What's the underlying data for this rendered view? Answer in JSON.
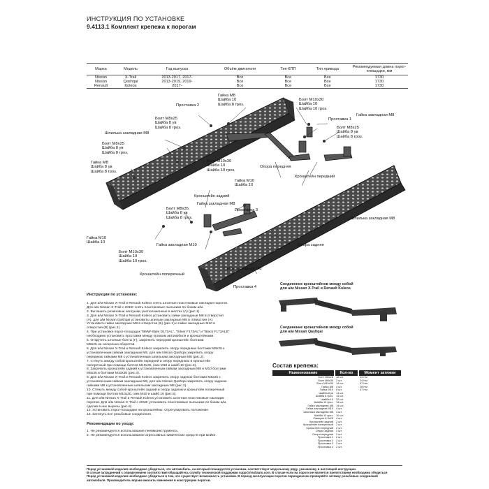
{
  "header": {
    "title": "ИНСТРУКЦИЯ ПО УСТАНОВКЕ",
    "subtitle": "9.4113.1 Комплект крепежа к порогам"
  },
  "spec_table": {
    "columns": [
      "Марка",
      "Модель",
      "Год выпуска",
      "Объём двигателя",
      "Тип КПП",
      "Тип привода",
      "Рекомендуемая длина порог-площадки, мм"
    ],
    "marks": [
      "Nissan",
      "Nissan",
      "Renault"
    ],
    "models": [
      "X-Trail",
      "Qashqai",
      "Koleos"
    ],
    "years": [
      "2013-2017, 2017-",
      "2013-2019, 2019-",
      "2017-"
    ],
    "engine": [
      "Все",
      "Все",
      "Все"
    ],
    "gearbox": [
      "Все",
      "Все",
      "Все"
    ],
    "drive": [
      "Все",
      "Все",
      "Все"
    ],
    "length": [
      "1730",
      "1730",
      "1730"
    ]
  },
  "diagram_labels": {
    "bolt_m10x30_top": "Болт М10х30\nШайба 10\nШайба 10 гроз.",
    "nut_m8_top": "Гайка М8\nШайба 10\nШайба 8 гроз.",
    "proставка2": "Проставка 2",
    "bolt_m8x25_left_top": "Болт М8х25\nШайба 8 ув\nШайба 8 гроз.",
    "stud_nut_top": "Шпилька закладная М8",
    "bolt_m8x25_left": "Болт М8х25\nШайба 8 ув\nШайба 8 гроз.",
    "nut_m8_left": "Гайка М8\nШайба 8 ув\nШайба 8 гроз.",
    "nut_m8_embed_right": "Гайка закладная М8",
    "proставка1": "Проставка 1",
    "bolt_m8x25_right": "Болт М8х25\nШайба 8 ув\nШайба 8 гроз.",
    "bolt_m10x30_mid": "Болт М10х30\nШайба 10\nШайба 10 гроз.",
    "opora_front": "Опора передняя",
    "bracket_front": "Кронштейн передний",
    "nut_m10_mid": "Гайка М10\nШайба 10",
    "bracket_rear": "Кронштейн задний",
    "nut_m8_embed_mid": "Гайка закладная М8",
    "bolt_m8x35": "Болт М8х35\nШайба 8 ув\nШайба 8 гроз.",
    "proставка3": "Проставка 3",
    "stud_right": "Шпилька закладная М8",
    "nut_m10_left": "Гайка М10\nШайба 10",
    "bolt_m10x30_low": "Болт М10х30\nШайба 10\nШайба 10 гроз.",
    "nut_embed_m10": "Гайка закладная М10",
    "opora_rear": "Опора задняя",
    "bracket_cross": "Кронштейн поперечный",
    "nut_m8_embed_low": "Гайка закладная М8",
    "proставка4": "Проставка 4"
  },
  "instructions": {
    "title": "Инструкция по установке:",
    "steps": [
      "1. Для а/м Nissan X-Trail и Renault Koleos снять штатные пластиковые накладки порогов.",
      "   Для а/м Nissan X-Trail с 2018г снять пластиковые пыльники по бокам а/м.",
      "2. Выташить резиновые заглушки, расположенные в местах (А) (рис.1).",
      "3. Для а/м Nissan X-Trail и Renault Koleos установить гайки закладные М8 в отверстия",
      "   (А), для а/м Nissan Qashqai установить шпильки закладные М8 в отверстия (А).",
      "   Установить гайки закладные М8 в отверстия (Б) (рис.1) и гайки закладные М10 в",
      "   отверстия (В) (рис.1).",
      "4. При установке порог-площадок \"BMW-Style D173AL\", \"Silver F173AL\" и \"Black F173ALB\"",
      "   необходимо установить проставки между кузовом автомобиля и кронштейнами.",
      "5. Открутить штатные болты (Г), закрепить передний кронштейн болтами",
      "   М8х25 на несколько оборотов.",
      "6. Для а/м Nissan X-Trail и Renault Koleos закрепить опору переднюю болтами М8х25 к",
      "   установленным гайкам закладным М8, для а/м Nissan Qashqai закрепить опору",
      "   переднюю гайками М8 к установленным шпилькам закладным М8 (рис.2).",
      "7. Стянуть между собой кронштейн передний и опору переднюю и кронштейн",
      "   поперечный при помощи болтов М10х30, гаек М10 и шайб 10 (рис.3).",
      "8. Закрепить кронштейн задний к установленным гайкам закладным М8 и М10 болтами",
      "   М8х35 и болтами М10х30 (рис.4).",
      "9. Для а/м Nissan X-Trail и Renault Koleos закрепить опору заднюю болтами М8х25 к",
      "   установленным гайкам закладным М8, для а/м Nissan Qashqai закрепить опору заднюю",
      "   гайками М8 к установленным шпилькам закладным М8 (рис.2).",
      "10. Стянуть между собой кронштейн задний и опору заднюю и кронштейн поперечный",
      "   при помощи болтов М10х30, гаек М10 и шайб 10 (рис.5).",
      "11. Для а/м Nissan X-Trail и Renault Koleos установить штатные пластиковые накладки",
      "   порогов. Для а/м Nissan X-Trail с 2018г установить пластиковые пыльники по бокам а/м,",
      "   сделав в них вырезы (рис.6)",
      "12. Установить порог-площадки на кронштейны. Отрегулировать положение.",
      "13. Затянуть все резьбовые соединения."
    ],
    "rec_title": "Рекомендации по уходу:",
    "rec_steps": [
      "1. Не рекомендуется использование пневмоинструмента.",
      "2. Не рекомендуется использование агрессивных химических средств при мойке."
    ]
  },
  "connections": {
    "first": "Соединение кронштейнов между собой\nдля а/м Nissan X-Trail и Renault Koleos",
    "second": "Соединение кронштейнов между собой\nдля а/м Nissan Qashqai"
  },
  "kit": {
    "title": "Состав крепежа:",
    "headers": [
      "Наименование",
      "Кол-во",
      "Момент затяжки"
    ],
    "rows": [
      {
        "name": "Болт М8х25",
        "qty": "12 шт.",
        "torque": "24 Нм"
      },
      {
        "name": "Болт М8х35",
        "qty": "2 шт.",
        "torque": "24 Нм"
      },
      {
        "name": "Болт М10х30",
        "qty": "14 шт.",
        "torque": "47 Нм"
      },
      {
        "name": "Гайка М8",
        "qty": "4 шт.",
        "torque": "28 Нм"
      },
      {
        "name": "Гайка М10",
        "qty": "8 шт.",
        "torque": "47 Нм"
      },
      {
        "name": "Шайба 8 ув",
        "qty": "14 шт.",
        "torque": ""
      },
      {
        "name": "Шайба 8 гроз.",
        "qty": "14 шт.",
        "torque": ""
      },
      {
        "name": "Шайба 10",
        "qty": "22 шт.",
        "torque": ""
      },
      {
        "name": "Шайба 10 гроз.",
        "qty": "14 шт.",
        "torque": ""
      },
      {
        "name": "Гайка закладная М8",
        "qty": "14 шт.",
        "torque": ""
      },
      {
        "name": "Гайка закладная М10",
        "qty": "4 шт.",
        "torque": ""
      },
      {
        "name": "Шпилька закладная М8",
        "qty": "4 шт.",
        "torque": ""
      },
      {
        "name": "Шайба 10 гроз.",
        "qty": "10 шт.",
        "torque": ""
      },
      {
        "name": "Саморез 6,3х25",
        "qty": "4 шт.",
        "torque": ""
      },
      {
        "name": "Кронштейн задний",
        "qty": "2 шт.",
        "torque": ""
      },
      {
        "name": "Кронштейн поперечный",
        "qty": "2 шт.",
        "torque": ""
      },
      {
        "name": "Кронштейн передний",
        "qty": "2 шт.",
        "torque": ""
      },
      {
        "name": "Опора задняя",
        "qty": "2 шт.",
        "torque": ""
      },
      {
        "name": "Опора передняя",
        "qty": "2 шт.",
        "torque": ""
      },
      {
        "name": "Проставка 1",
        "qty": "2 шт.",
        "torque": ""
      },
      {
        "name": "Проставка 2",
        "qty": "2 шт.",
        "torque": ""
      },
      {
        "name": "Проставка 3",
        "qty": "2 шт.",
        "torque": ""
      },
      {
        "name": "Проставка 4",
        "qty": "2 шт.",
        "torque": ""
      }
    ]
  },
  "footer": {
    "lines": [
      "Перед установкой изделия необходимо убедиться, что автомобиль, на который планируется установка, соответствует модельному ряду, указанному в настоящей инструкции.",
      "В случае затруднений с определением соответствия обращайтесь службу технической поддержки supp@rivaltauto.com. В случае если на пороги не является препятствием необходимо убедиться",
      "Перед установкой изделия необходимо убедиться в том, что существует возможность установки. В период эксплуатации порогов периодически проверяйте затяжку резьбовых соединений",
      "автомобиля. Производитель вправе вносить изменения в конструкцию порогов."
    ]
  }
}
